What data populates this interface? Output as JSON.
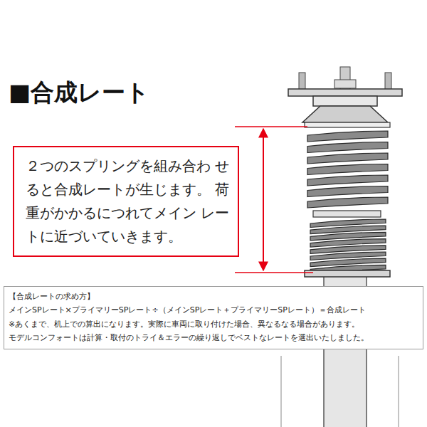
{
  "diagram": {
    "title": "■合成レート",
    "nodes": [
      {
        "text": [
          "２つのスプリングを組み合わ せると合成レートが生じます。 荷重がかかるにつれてメイン レートに近づいていきます。"
        ]
      },
      {
        "text": [
          "【合成レートの求め方】",
          "メインSPレート×プライマリーSPレート÷（メインSPレート＋プライマリーSPレート）＝合成レート",
          "※あくまで、机上での算出になります。実際に車両に取り付けた場合、異なるなる場合があります。",
          "モデルコンフォートは計算・取付のトライ＆エラーの繰り返しでベストなレートを選出いたしました。"
        ]
      }
    ]
  }
}
